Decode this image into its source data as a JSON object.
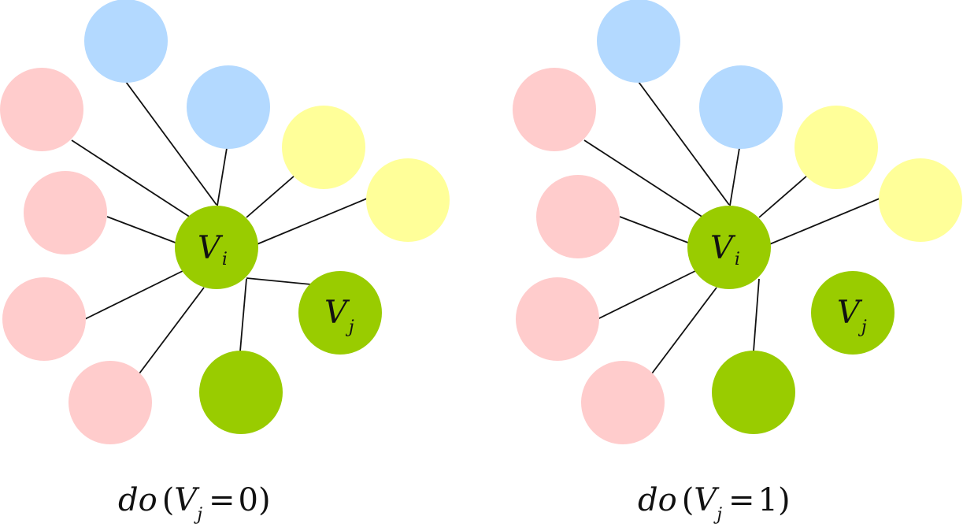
{
  "colors": {
    "pink": "#FFCCCC",
    "blue": "#B3D9FF",
    "yellow": "#FFFF99",
    "green": "#99CC00",
    "edge": "#111111",
    "background": "#FFFFFF"
  },
  "panels": [
    {
      "id": "left",
      "center_label": {
        "main": "V",
        "sub": "i"
      },
      "target_label": {
        "main": "V",
        "sub": "j"
      },
      "target_connected": true,
      "caption": {
        "func": "do",
        "var": "V",
        "sub": "j",
        "eq": "=",
        "value": "0",
        "open": "(",
        "close": ")"
      }
    },
    {
      "id": "right",
      "center_label": {
        "main": "V",
        "sub": "i"
      },
      "target_label": {
        "main": "V",
        "sub": "j"
      },
      "target_connected": false,
      "caption": {
        "func": "do",
        "var": "V",
        "sub": "j",
        "eq": "=",
        "value": "1",
        "open": "(",
        "close": ")"
      }
    }
  ]
}
